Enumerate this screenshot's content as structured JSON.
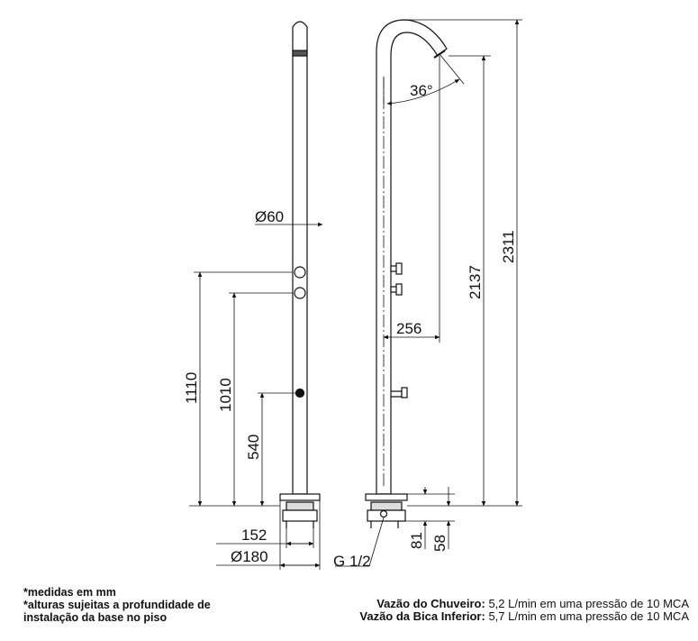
{
  "dimensions": {
    "diameter_pipe": "Ø60",
    "h_upper_valve": "1110",
    "h_lower_valve": "1010",
    "h_spout": "540",
    "base_width": "152",
    "base_diameter": "Ø180",
    "inlet_thread": "G 1/2",
    "spout_angle": "36°",
    "head_reach": "256",
    "head_height": "2137",
    "total_height": "2311",
    "dim_81": "81",
    "dim_58": "58"
  },
  "notes": {
    "line1": "*medidas em mm",
    "line2": "*alturas sujeitas a profundidade de",
    "line3": "instalação da base no piso"
  },
  "flow": {
    "shower_label": "Vazão do Chuveiro:",
    "shower_value": " 5,2 L/min em uma pressão de 10 MCA",
    "spout_label": "Vazão da Bica Inferior:",
    "spout_value": " 5,7 L/min em uma pressão de 10 MCA"
  },
  "colors": {
    "line": "#111111",
    "background": "#ffffff"
  }
}
